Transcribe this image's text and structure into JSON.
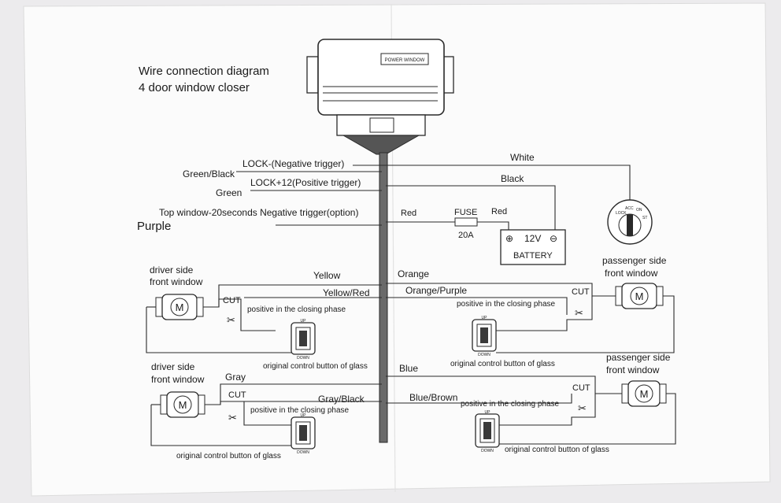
{
  "title": {
    "line1": "Wire connection diagram",
    "line2": "4 door window closer"
  },
  "module": {
    "label": "POWER WINDOW"
  },
  "top_wires": {
    "white": "White",
    "green_black": "Green/Black",
    "lock_neg": "LOCK-(Negative trigger)",
    "black": "Black",
    "lock_pos": "LOCK+12(Positive trigger)",
    "green": "Green",
    "top_window": "Top window-20seconds Negative trigger(option)",
    "red_left": "Red",
    "fuse": "FUSE",
    "fuse_rating": "20A",
    "red_right": "Red",
    "purple": "Purple"
  },
  "battery": {
    "plus": "⊕",
    "voltage": "12V",
    "minus": "⊖",
    "label": "BATTERY"
  },
  "ignition": {
    "label_lock": "LOCK",
    "label_acc": "ACC",
    "label_on": "ON",
    "label_st": "ST"
  },
  "front_left": {
    "title_line1": "driver side",
    "title_line2": "front window",
    "motor": "M",
    "cut": "CUT",
    "wire_top": "Yellow",
    "wire_mid": "Yellow/Red",
    "phase": "positive in the closing phase",
    "button_label": "original control button of glass"
  },
  "front_right": {
    "title_line1": "passenger side",
    "title_line2": "front window",
    "motor": "M",
    "cut": "CUT",
    "wire_top": "Orange",
    "wire_mid": "Orange/Purple",
    "phase": "positive in the closing phase",
    "button_label": "original control button of glass"
  },
  "rear_left": {
    "title_line1": "driver side",
    "title_line2": "front window",
    "motor": "M",
    "cut": "CUT",
    "wire_top": "Gray",
    "wire_mid": "Gray/Black",
    "phase": "positive in the closing phase",
    "button_label": "original control button of glass"
  },
  "rear_right": {
    "title_line1": "passenger side",
    "title_line2": "front window",
    "motor": "M",
    "cut": "CUT",
    "wire_top": "Blue",
    "wire_mid": "Blue/Brown",
    "phase": "positive in the closing phase",
    "button_label": "original control button of glass"
  },
  "switch": {
    "up": "UP",
    "down": "DOWN"
  },
  "colors": {
    "paper": "#fbfbfb",
    "ink": "#1a1a1a",
    "background": "#ecebed"
  }
}
